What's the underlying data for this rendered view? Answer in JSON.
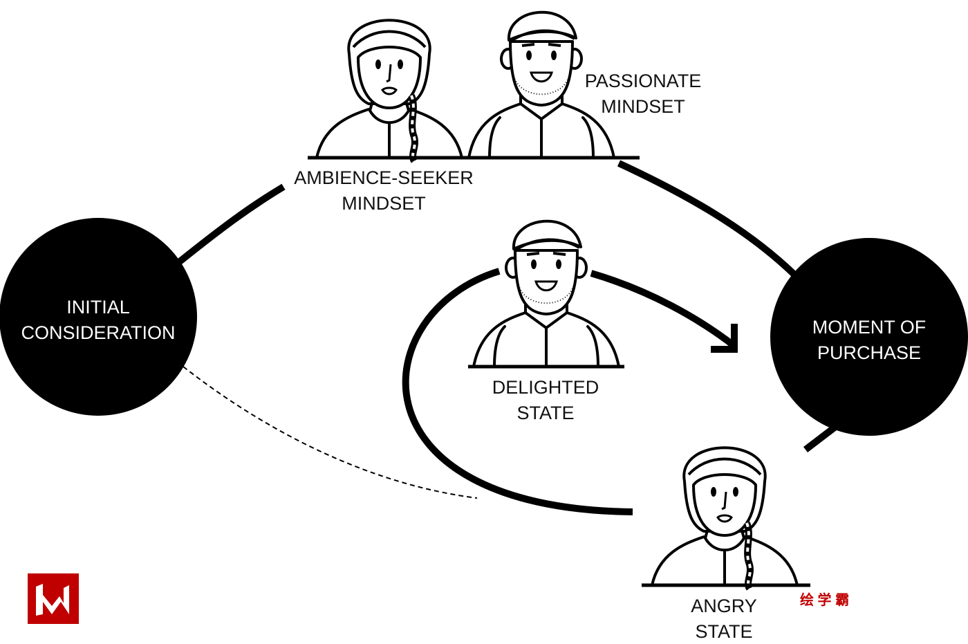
{
  "nodes": {
    "initial": {
      "line1": "INITIAL",
      "line2": "CONSIDERATION"
    },
    "purchase": {
      "line1": "MOMENT OF",
      "line2": "PURCHASE"
    }
  },
  "personas": {
    "passionate": {
      "line1": "PASSIONATE",
      "line2": "MINDSET"
    },
    "ambience": {
      "line1": "AMBIENCE-SEEKER",
      "line2": "MINDSET"
    },
    "delighted": {
      "line1": "DELIGHTED",
      "line2": "STATE"
    },
    "angry": {
      "line1": "ANGRY",
      "line2": "STATE"
    }
  },
  "watermark": {
    "text": "绘 学 霸",
    "color": "#c00000"
  },
  "logo": {
    "color": "#c00000"
  }
}
